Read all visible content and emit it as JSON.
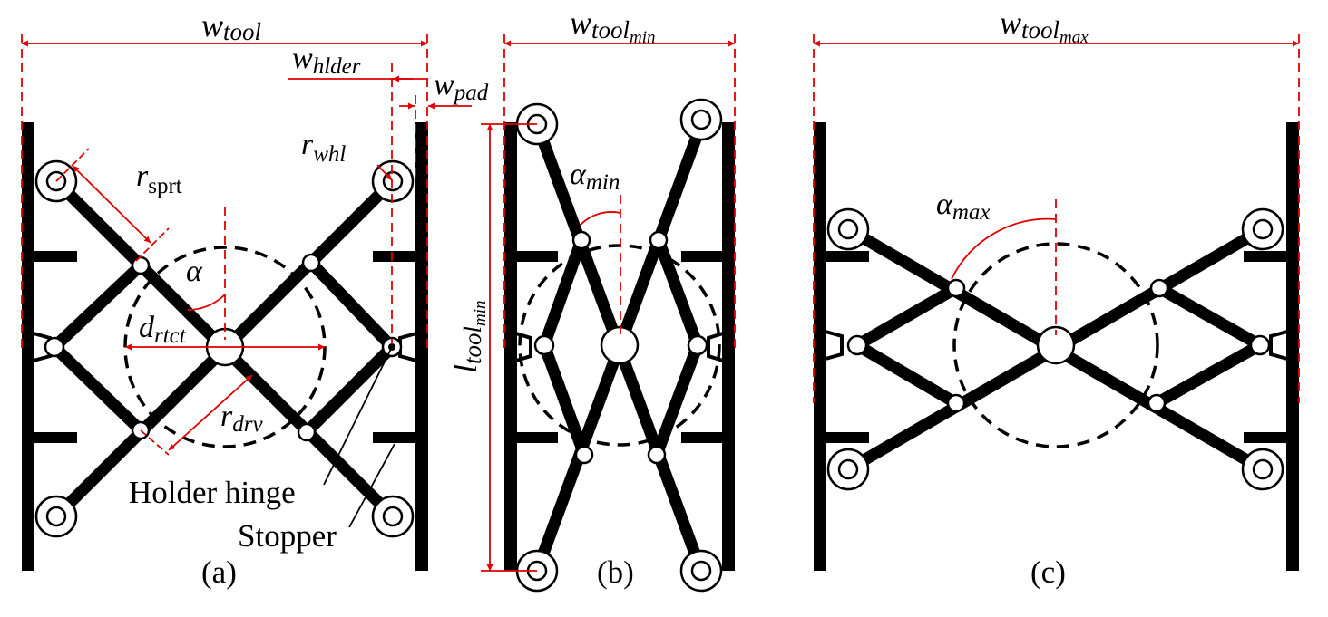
{
  "colors": {
    "ink": "#000000",
    "dimension": "#e00000"
  },
  "panel_a": {
    "caption": "(a)",
    "w_tool": {
      "base": "w",
      "sub": "tool"
    },
    "w_hlder": {
      "base": "w",
      "sub": "hlder"
    },
    "w_pad": {
      "base": "w",
      "sub": "pad"
    },
    "r_whl": {
      "base": "r",
      "sub": "whl"
    },
    "r_sprt": {
      "base": "r",
      "sub": "sprt"
    },
    "alpha": "α",
    "d_rtct": {
      "base": "d",
      "sub": "rtct"
    },
    "r_drv": {
      "base": "r",
      "sub": "drv"
    },
    "holder_hinge": "Holder hinge",
    "stopper": "Stopper"
  },
  "panel_b": {
    "caption": "(b)",
    "w_tool_min": {
      "base": "w",
      "sub": "tool",
      "subsub": "min"
    },
    "alpha_min": {
      "base": "α",
      "sub": "min"
    },
    "l_tool_min": {
      "base": "l",
      "sub": "tool",
      "subsub": "min"
    }
  },
  "panel_c": {
    "caption": "(c)",
    "w_tool_max": {
      "base": "w",
      "sub": "tool",
      "subsub": "max"
    },
    "alpha_max": {
      "base": "α",
      "sub": "max"
    }
  },
  "icons": [
    "wheel-icon",
    "hinge-icon",
    "arrow-icon"
  ]
}
